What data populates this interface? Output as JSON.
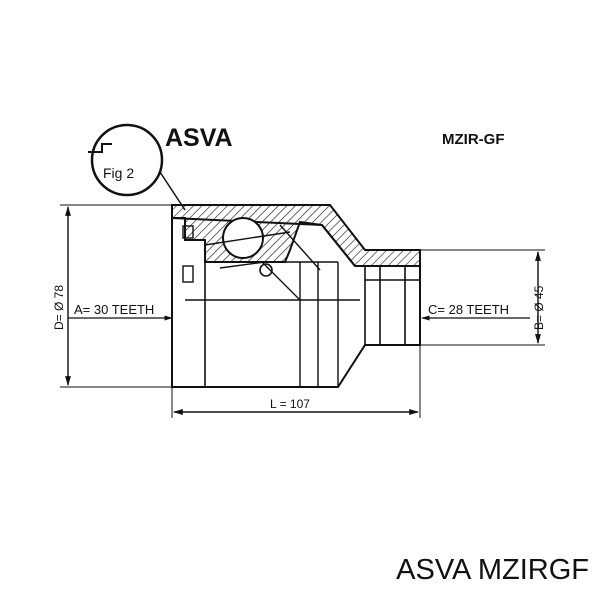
{
  "diagram": {
    "brand": "ASVA",
    "part_number": "MZIR-GF",
    "figure_label": "Fig 2",
    "dimensions": {
      "d_outer": "D= Ø 78",
      "teeth_a": "A= 30 TEETH",
      "teeth_c": "C= 28 TEETH",
      "b_shaft": "B= Ø 45",
      "length": "L = 107"
    }
  },
  "footer": {
    "caption": "ASVA MZIRGF"
  }
}
